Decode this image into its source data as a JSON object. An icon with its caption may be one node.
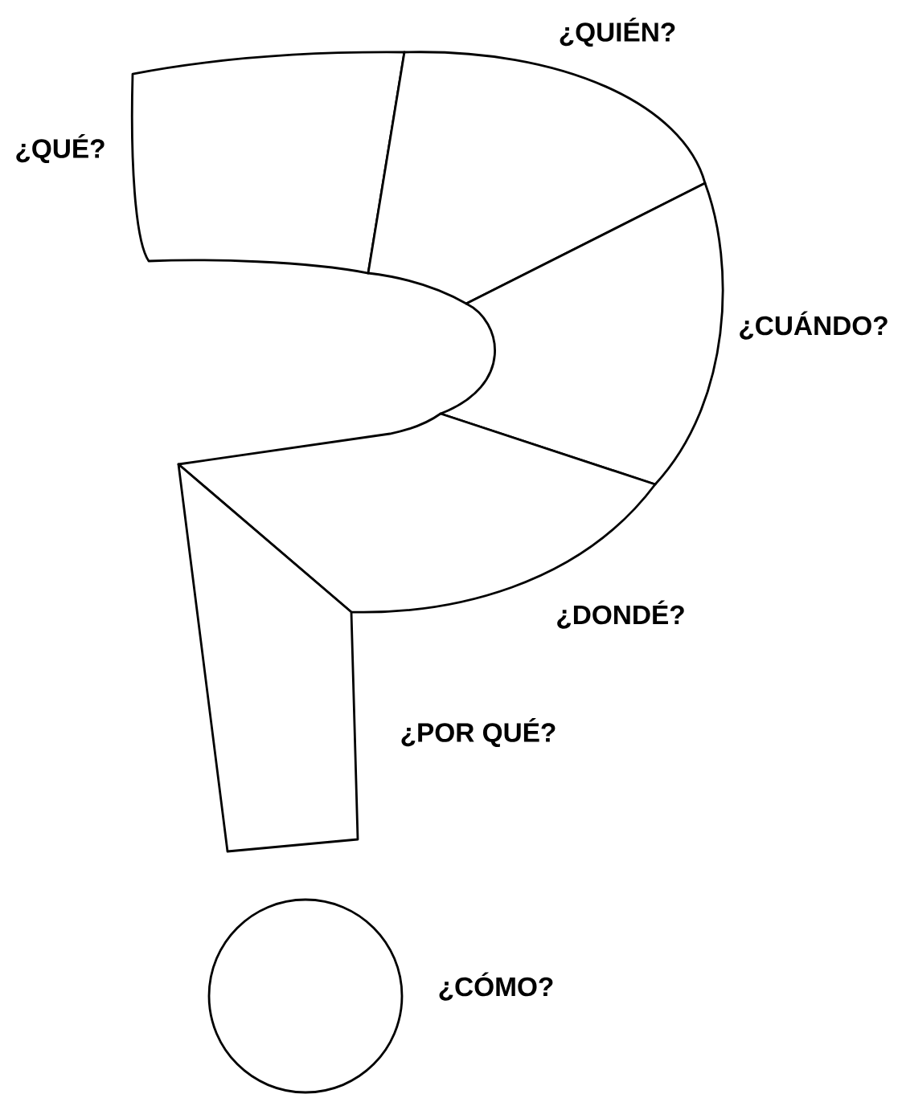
{
  "diagram": {
    "nodes": [
      {
        "text": [],
        "shape": "box",
        "beside": [
          "¿QUÉ?"
        ]
      },
      {
        "text": [],
        "shape": "box",
        "beside": [
          "¿QUIÉN?"
        ]
      },
      {
        "text": [],
        "shape": "box",
        "beside": [
          "¿CUÁNDO?"
        ]
      },
      {
        "text": [],
        "shape": "box",
        "beside": [
          "¿DONDÉ?"
        ]
      },
      {
        "text": [],
        "shape": "box",
        "beside": [
          "¿POR QUÉ?"
        ]
      },
      {
        "text": [],
        "shape": "circle",
        "beside": [
          "¿CÓMO?"
        ]
      }
    ]
  }
}
